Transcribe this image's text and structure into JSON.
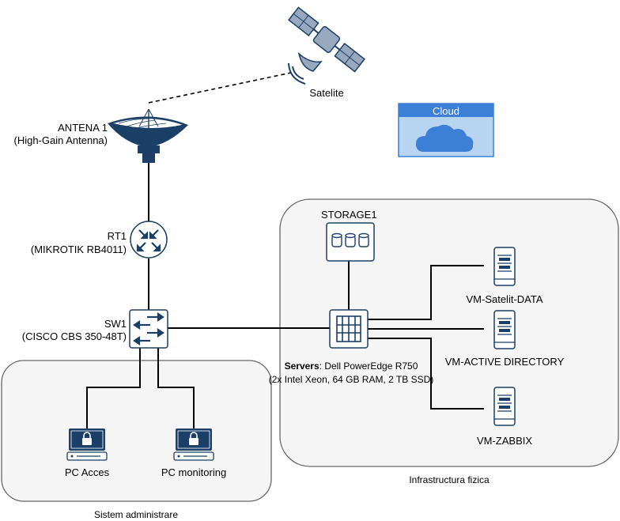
{
  "satellite": {
    "label": "Satelite"
  },
  "antenna": {
    "name": "ANTENA 1",
    "model": "(High-Gain Antenna)"
  },
  "cloud": {
    "label": "Cloud"
  },
  "router": {
    "name": "RT1",
    "model": "(MIKROTIK RB4011)"
  },
  "switch": {
    "name": "SW1",
    "model": "(CISCO CBS 350-48T)"
  },
  "storage": {
    "name": "STORAGE1"
  },
  "server": {
    "label_bold": "Servers",
    "label_rest": ": Dell PowerEdge R750",
    "specs": "(2x Intel Xeon, 64 GB RAM, 2 TB SSD)"
  },
  "vms": [
    {
      "name": "VM-Satelit-DATA"
    },
    {
      "name": "VM-ACTIVE DIRECTORY"
    },
    {
      "name": "VM-ZABBIX"
    }
  ],
  "pcs": [
    {
      "name": "PC Acces"
    },
    {
      "name": "PC monitoring"
    }
  ],
  "groups": {
    "infra": "Infrastructura fizica",
    "admin": "Sistem administrare"
  },
  "colors": {
    "navy": "#1b3f66",
    "accent": "#3b7fd6",
    "cloud_bg": "#b7d5f1",
    "satellite_panel": "#97a8bf",
    "group_fill": "#f5f5f5",
    "group_stroke": "#666666"
  }
}
